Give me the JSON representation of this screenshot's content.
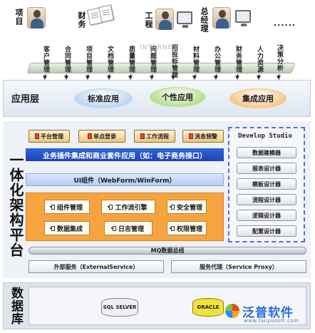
{
  "roles": [
    {
      "label": "项目",
      "icon": "person-icon"
    },
    {
      "label": "财务",
      "icon": "document-icon"
    },
    {
      "label": "工程",
      "icon": "person-icon"
    },
    {
      "label": "总经理",
      "icon": "person-icon"
    }
  ],
  "roles_more": "......",
  "modules": [
    "客户管理",
    "合同管理",
    "项目管理",
    "文档管理",
    "质量管理",
    "问题管理",
    "招投标管理",
    "材料管理",
    "办公管理",
    "财务管理",
    "人力资源",
    "决策分析"
  ],
  "faint_text": "INTERNET",
  "app_layer": {
    "title": "应用层",
    "apps": [
      {
        "label": "标准应用",
        "color": "#bcd7f5"
      },
      {
        "label": "个性应用",
        "color": "#b8df8f"
      },
      {
        "label": "集成应用",
        "color": "#f7c98a"
      }
    ]
  },
  "platform": {
    "title": "一体化架构平台",
    "chips": [
      "平台管理",
      "单点登录",
      "工作流程",
      "消息预警"
    ],
    "integration_bar": "业务插件集成和商业套件应用（如：电子商务接口）",
    "ui_bar": "UI组件（WebForm/WinForm）",
    "components": [
      "组件管理",
      "工作流引擎",
      "安全管理",
      "数据集成",
      "日志管理",
      "权限管理"
    ],
    "studio": {
      "title": "Develop Studio",
      "tools": [
        "数据建模器",
        "报表设计器",
        "模板设计器",
        "流程设计器",
        "逻辑设计器",
        "配置设计器"
      ]
    },
    "bus": "MQ数据总线",
    "services": [
      "外部服务（ExternalService）",
      "服务代理（Service Proxy）"
    ]
  },
  "database": {
    "title": "数据库",
    "engines": [
      {
        "label": "SQL SELVER",
        "color": "#eef0f3"
      },
      {
        "label": "ORACLE",
        "color": "#f2e23a"
      }
    ]
  },
  "brand": {
    "name": "泛普软件",
    "url": "www.fanpusoft.com"
  },
  "colors": {
    "accent_blue": "#1c46b3",
    "panel_orange": "#f7a43f",
    "studio_border": "#5b6bd6"
  }
}
